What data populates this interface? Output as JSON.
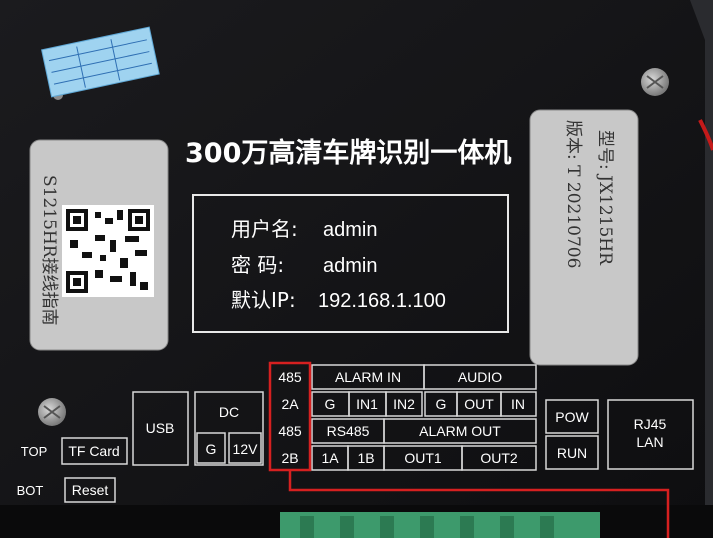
{
  "title": "300万高清车牌识别一体机",
  "credentials": {
    "user_label": "用户名:",
    "user_value": "admin",
    "pass_label": "密  码:",
    "pass_value": "admin",
    "ip_label": "默认IP:",
    "ip_value": "192.168.1.100"
  },
  "label_left": "S1215HR接线指南",
  "label_right": {
    "model": "型号: JX1215HR",
    "version": "版本: T 20210706"
  },
  "ports": {
    "usb": "USB",
    "dc": "DC",
    "g": "G",
    "v12": "12V",
    "top": "TOP",
    "tf_card": "TF Card",
    "bot": "BOT",
    "reset": "Reset",
    "a485_top": "485",
    "a2a": "2A",
    "a485_bot": "485",
    "a2b": "2B",
    "alarm_in": "ALARM IN",
    "audio": "AUDIO",
    "ai_g": "G",
    "in1": "IN1",
    "in2": "IN2",
    "au_g": "G",
    "au_out": "OUT",
    "au_in": "IN",
    "rs485": "RS485",
    "alarm_out": "ALARM OUT",
    "a1a": "1A",
    "a1b": "1B",
    "out1": "OUT1",
    "out2": "OUT2",
    "pow": "POW",
    "run": "RUN",
    "rj45": "RJ45",
    "lan": "LAN"
  },
  "colors": {
    "panel": "#141416",
    "highlight": "#d62020",
    "connector": "#3d9a6c"
  }
}
